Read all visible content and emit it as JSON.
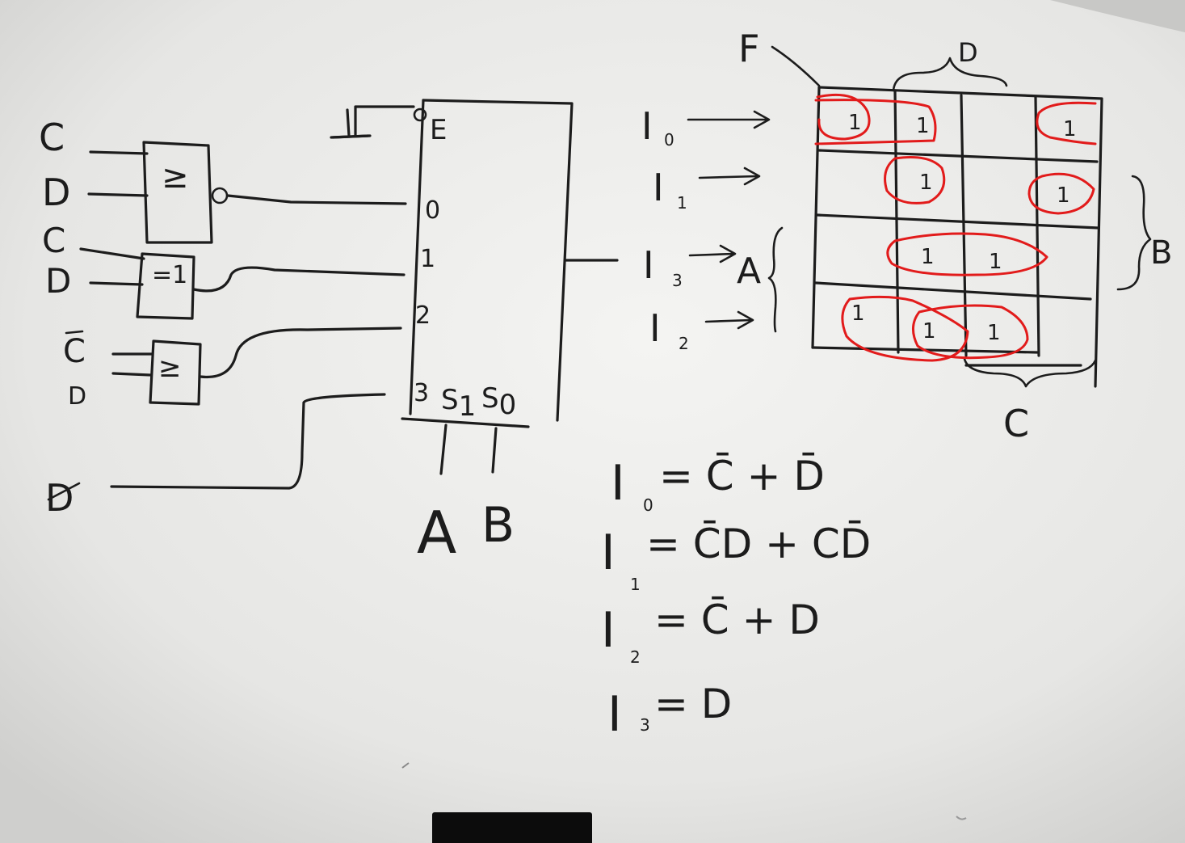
{
  "circuit": {
    "input_c1": "C",
    "input_d1": "D",
    "input_c2": "C",
    "input_d2": "D",
    "input_cbar": "C",
    "input_d3": "D",
    "input_d4": "D",
    "gate1_symbol": "≥",
    "gate2_symbol": "=1",
    "gate3_symbol": "≥",
    "enable_one": "1",
    "enable_label": "E",
    "mux_in0": "0",
    "mux_in1": "1",
    "mux_in2": "2",
    "mux_in3": "3",
    "sel1_label": "S1",
    "sel0_label": "S0",
    "sel1_sub": "1",
    "sel0_sub": "0",
    "sel_a": "A",
    "sel_b": "B"
  },
  "kmap": {
    "f_label": "F",
    "top_label": "D",
    "right_label": "B",
    "bottom_label": "C",
    "row_labels": [
      {
        "main": "I",
        "sub": "0"
      },
      {
        "main": "I",
        "sub": "1"
      },
      {
        "main": "I",
        "sub": "3"
      },
      {
        "main": "I",
        "sub": "2"
      }
    ],
    "side_a_label": "A",
    "cells": [
      [
        "1",
        "1",
        "",
        "1"
      ],
      [
        "",
        "1",
        "",
        "1"
      ],
      [
        "",
        "1",
        "1",
        ""
      ],
      [
        "1",
        "1",
        "1",
        ""
      ]
    ]
  },
  "equations": [
    {
      "lhs": "I",
      "sub": "0",
      "rhs": "= C̄ + D̄"
    },
    {
      "lhs": "I",
      "sub": "1",
      "rhs": "= C̄D + CD̄"
    },
    {
      "lhs": "I",
      "sub": "2",
      "rhs": "= C̄ + D"
    },
    {
      "lhs": "I",
      "sub": "3",
      "rhs": "= D"
    }
  ],
  "colors": {
    "ink": "#1c1c1c",
    "marker_red": "#e21b1b",
    "board": "#dcdcda"
  }
}
